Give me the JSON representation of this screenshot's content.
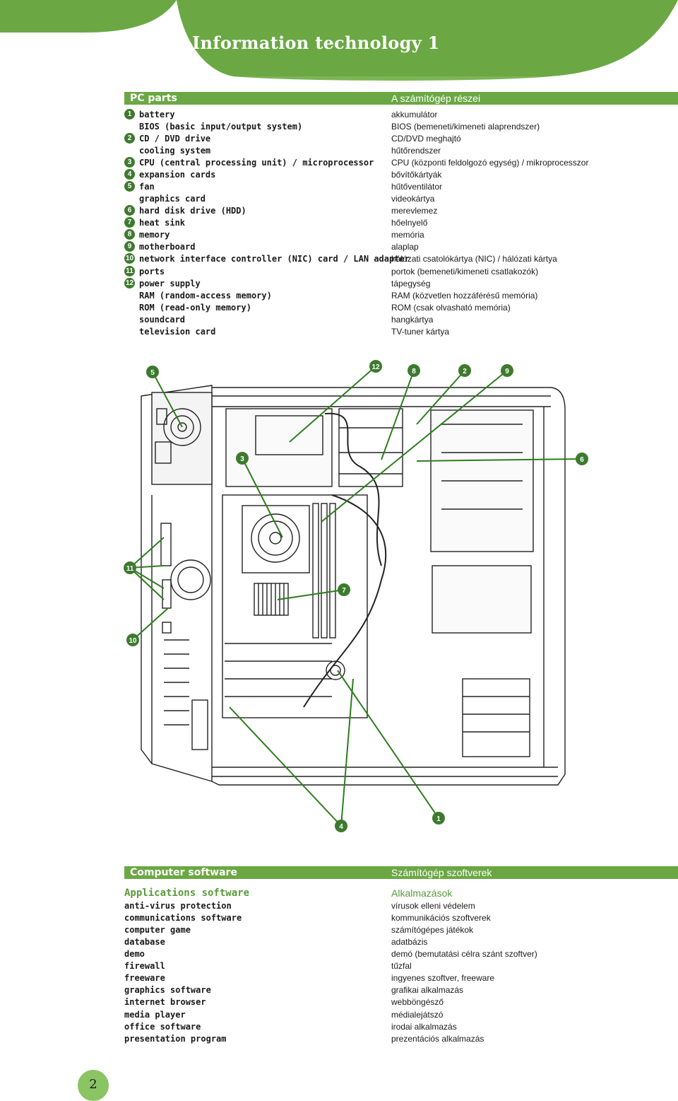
{
  "header": {
    "title": "Information technology 1",
    "color": "#6ba844"
  },
  "pc_parts": {
    "heading_en": "PC parts",
    "heading_hu": "A számítógép részei",
    "items": [
      {
        "num": "1",
        "en": "battery",
        "hu": "akkumulátor"
      },
      {
        "num": "",
        "en": "BIOS (basic input/output system)",
        "hu": "BIOS (bemeneti/kimeneti alaprendszer)"
      },
      {
        "num": "2",
        "en": "CD / DVD drive",
        "hu": "CD/DVD meghajtó"
      },
      {
        "num": "",
        "en": "cooling system",
        "hu": "hűtőrendszer"
      },
      {
        "num": "3",
        "en": "CPU (central processing unit) / microprocessor",
        "hu": "CPU (központi feldolgozó egység) / mikroprocesszor"
      },
      {
        "num": "4",
        "en": "expansion cards",
        "hu": "bővítőkártyák"
      },
      {
        "num": "5",
        "en": "fan",
        "hu": "hűtőventilátor"
      },
      {
        "num": "",
        "en": "graphics card",
        "hu": "videokártya"
      },
      {
        "num": "6",
        "en": "hard disk drive (HDD)",
        "hu": "merevlemez"
      },
      {
        "num": "7",
        "en": "heat sink",
        "hu": "hőelnyelő"
      },
      {
        "num": "8",
        "en": "memory",
        "hu": "memória"
      },
      {
        "num": "9",
        "en": "motherboard",
        "hu": "alaplap"
      },
      {
        "num": "10",
        "en": "network interface controller (NIC) card / LAN adapter",
        "hu": "hálózati csatolókártya (NIC) / hálózati kártya"
      },
      {
        "num": "11",
        "en": "ports",
        "hu": "portok (bemeneti/kimeneti csatlakozók)"
      },
      {
        "num": "12",
        "en": "power supply",
        "hu": "tápegység"
      },
      {
        "num": "",
        "en": "RAM (random-access memory)",
        "hu": "RAM (közvetlen hozzáférésű memória)"
      },
      {
        "num": "",
        "en": "ROM (read-only memory)",
        "hu": "ROM (csak olvasható memória)"
      },
      {
        "num": "",
        "en": "soundcard",
        "hu": "hangkártya"
      },
      {
        "num": "",
        "en": "television card",
        "hu": "TV-tuner kártya"
      }
    ]
  },
  "diagram_callouts": {
    "c1": "1",
    "c2": "2",
    "c3": "3",
    "c4": "4",
    "c5": "5",
    "c6": "6",
    "c7": "7",
    "c8": "8",
    "c9": "9",
    "c10": "10",
    "c11": "11",
    "c12": "12"
  },
  "software": {
    "heading_en": "Computer software",
    "heading_hu": "Számítógép szoftverek",
    "sub_en": "Applications software",
    "sub_hu": "Alkalmazások",
    "items": [
      {
        "en": "anti-virus protection",
        "hu": "vírusok elleni védelem"
      },
      {
        "en": "communications software",
        "hu": "kommunikációs szoftverek"
      },
      {
        "en": "computer game",
        "hu": "számítógépes játékok"
      },
      {
        "en": "database",
        "hu": "adatbázis"
      },
      {
        "en": "demo",
        "hu": "demó (bemutatási célra szánt szoftver)"
      },
      {
        "en": "firewall",
        "hu": "tűzfal"
      },
      {
        "en": "freeware",
        "hu": "ingyenes szoftver, freeware"
      },
      {
        "en": "graphics software",
        "hu": "grafikai alkalmazás"
      },
      {
        "en": "internet browser",
        "hu": "webböngésző"
      },
      {
        "en": "media player",
        "hu": "médialejátszó"
      },
      {
        "en": "office software",
        "hu": "irodai alkalmazás"
      },
      {
        "en": "presentation program",
        "hu": "prezentációs alkalmazás"
      }
    ]
  },
  "page_number": "2"
}
